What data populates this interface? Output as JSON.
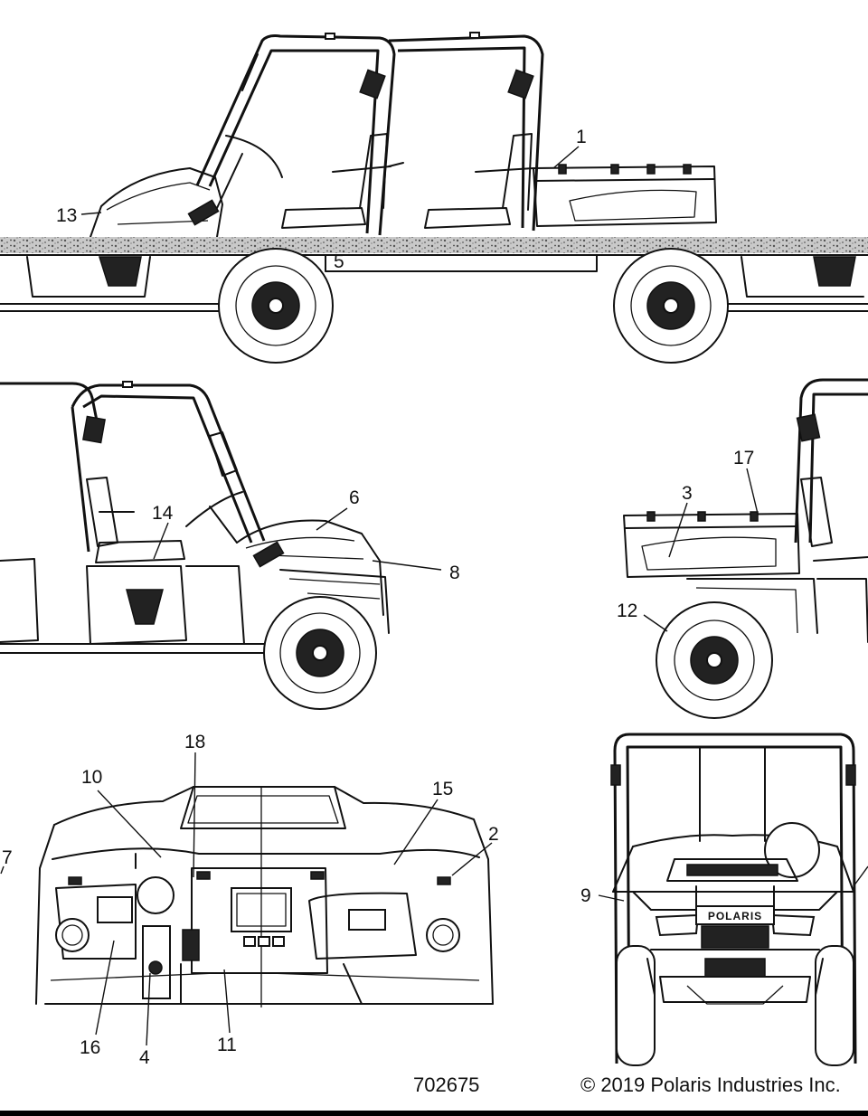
{
  "callouts": {
    "c1": "1",
    "c2": "2",
    "c3": "3",
    "c4": "4",
    "c5": "5",
    "c6": "6",
    "c7": "7",
    "c8": "8",
    "c9": "9",
    "c10": "10",
    "c11": "11",
    "c12": "12",
    "c13": "13",
    "c14": "14",
    "c15": "15",
    "c16": "16",
    "c17": "17",
    "c18": "18"
  },
  "footer": {
    "part_number": "702675",
    "copyright": "© 2019 Polaris Industries Inc."
  },
  "badge": {
    "brand": "POLARIS"
  },
  "colors": {
    "line": "#111111",
    "background": "#ffffff",
    "bar": "#000000"
  }
}
